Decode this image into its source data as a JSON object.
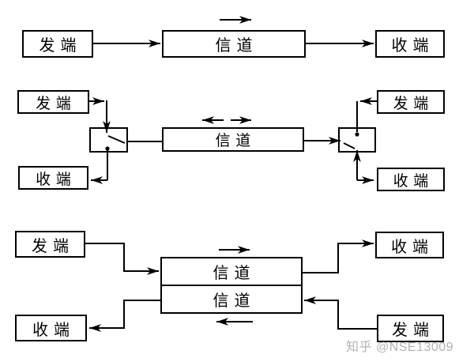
{
  "simplex": {
    "transmitter": "发端",
    "channel": "信道",
    "receiver": "收端"
  },
  "half_duplex": {
    "left_transmitter": "发端",
    "left_receiver": "收端",
    "channel": "信道",
    "right_transmitter": "发端",
    "right_receiver": "收端"
  },
  "full_duplex": {
    "left_transmitter": "发端",
    "left_receiver": "收端",
    "forward_channel": "信道",
    "reverse_channel": "信道",
    "right_receiver": "收端",
    "right_transmitter": "发端"
  },
  "watermark": {
    "text": "知乎 @NSE13009",
    "color": "#b3b3b3"
  },
  "colors": {
    "line": "#000000",
    "background": "#ffffff"
  }
}
